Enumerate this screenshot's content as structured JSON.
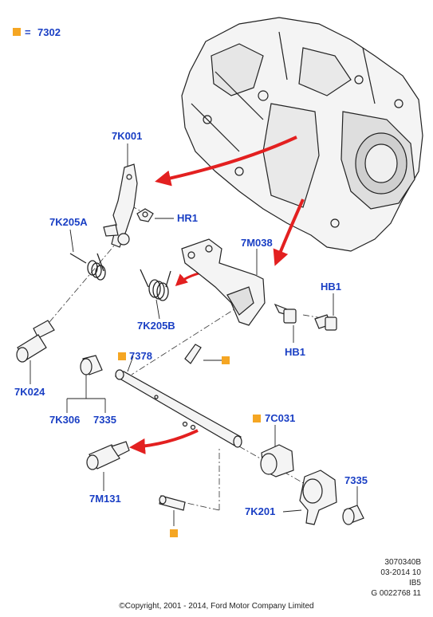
{
  "legend": {
    "equals": "=",
    "code": "7302",
    "marker_color": "#f5a623"
  },
  "label_color": "#1a3fc4",
  "arrow_color": "#e32020",
  "labels": {
    "k001": "7K001",
    "hr1": "HR1",
    "k205a": "7K205A",
    "m038": "7M038",
    "hb1_right": "HB1",
    "k205b": "7K205B",
    "hb1_left": "HB1",
    "p7378": "7378",
    "k024": "7K024",
    "k306": "7K306",
    "p7335_left": "7335",
    "c031": "7C031",
    "m131": "7M131",
    "p7335_right": "7335",
    "k201": "7K201"
  },
  "footer": {
    "line1": "3070340B",
    "line2": "03-2014 10",
    "line3": "IB5",
    "line4": "G 0022768 11",
    "copyright": "©Copyright, 2001 - 2014, Ford Motor Company Limited"
  }
}
